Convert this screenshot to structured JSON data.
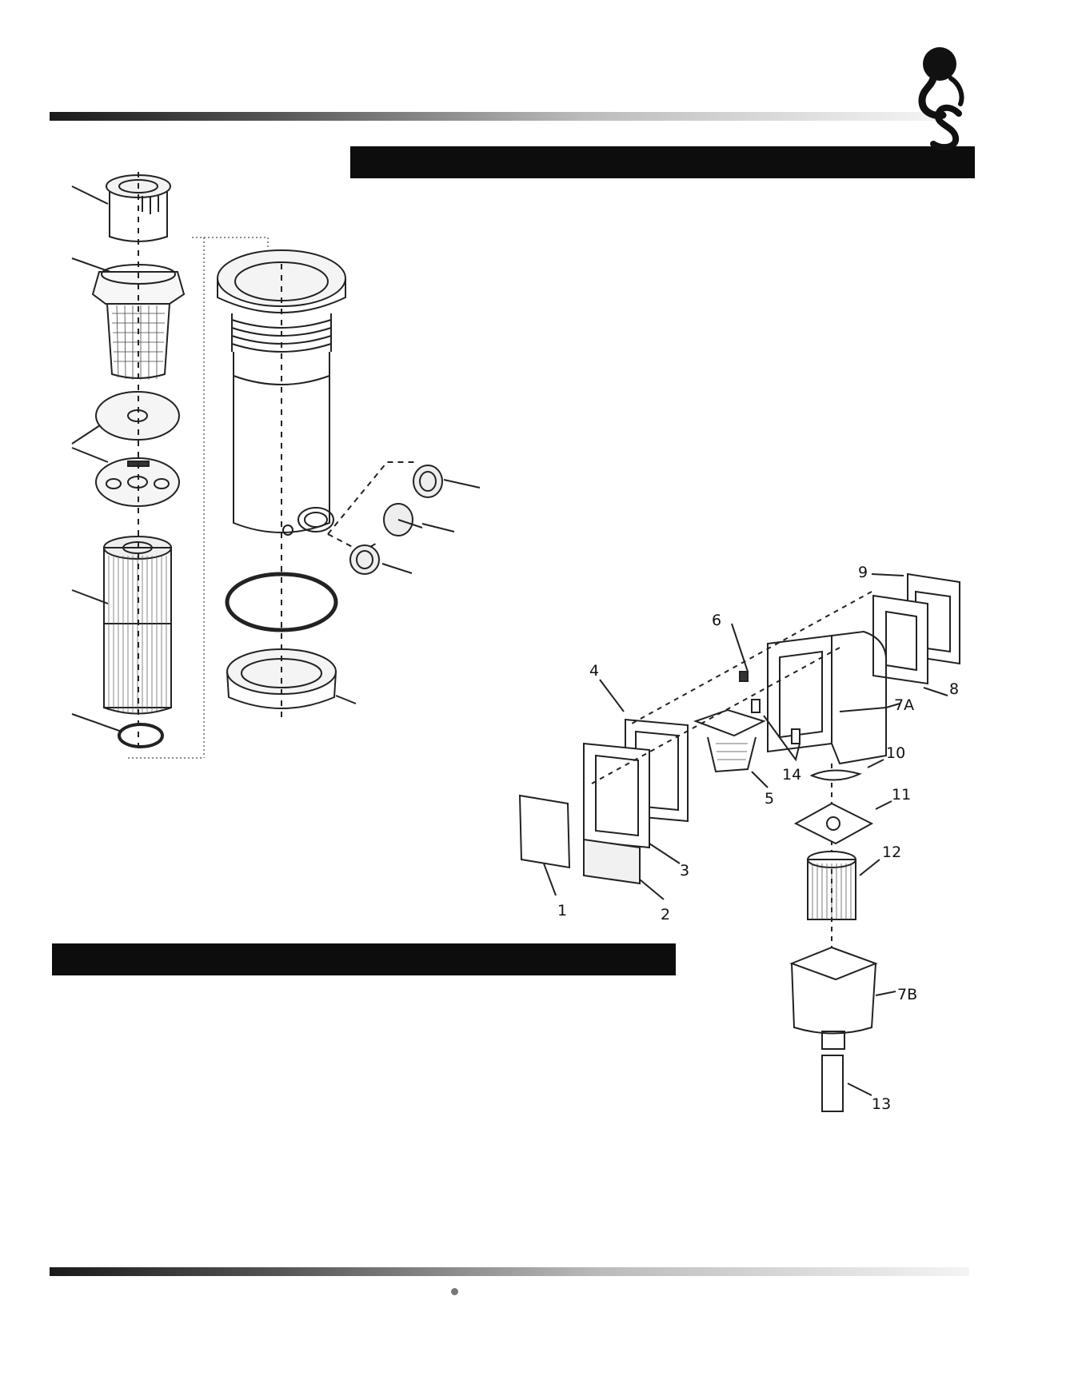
{
  "brand": {
    "logo_icon": "octopus-cs-logo-icon"
  },
  "page": {
    "footer_bullet_icon": "bullet-dot-icon"
  },
  "diagram_skimmer": {
    "part_labels": [
      "1",
      "2",
      "3",
      "4",
      "5",
      "6",
      "7A",
      "7B",
      "8",
      "9",
      "10",
      "11",
      "12",
      "13",
      "14"
    ]
  },
  "colors": {
    "bar": "#0d0d0d",
    "line": "#222222"
  }
}
